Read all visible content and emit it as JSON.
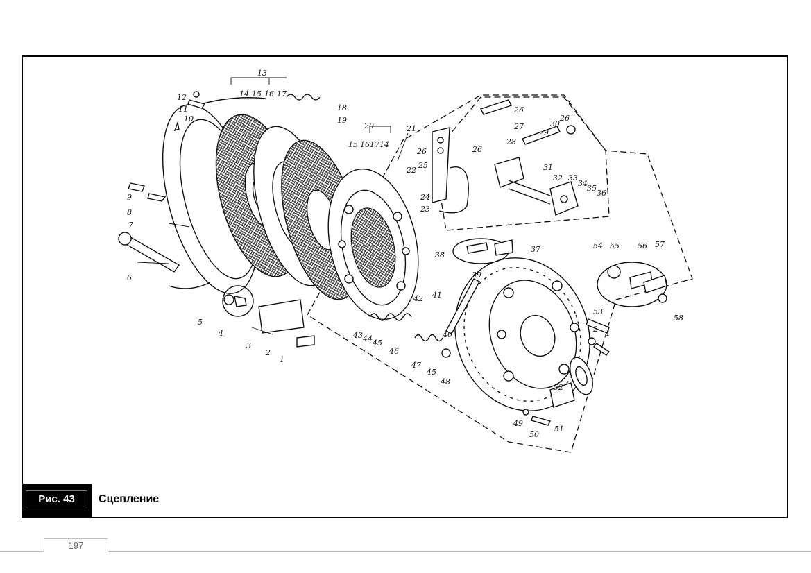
{
  "figure": {
    "tag": "Рис. 43",
    "title": "Сцепление"
  },
  "page": {
    "number": "197"
  },
  "callouts": [
    "1",
    "2",
    "3",
    "4",
    "5",
    "6",
    "7",
    "8",
    "9",
    "10",
    "11",
    "12",
    "13",
    "14",
    "15",
    "16",
    "17",
    "18",
    "19",
    "20",
    "21",
    "22",
    "23",
    "24",
    "25",
    "26",
    "27",
    "28",
    "29",
    "30",
    "31",
    "32",
    "33",
    "34",
    "35",
    "36",
    "37",
    "38",
    "39",
    "40",
    "41",
    "42",
    "43",
    "44",
    "45",
    "46",
    "47",
    "48",
    "49",
    "50",
    "51",
    "52",
    "53",
    "54",
    "55",
    "56",
    "57",
    "58"
  ]
}
